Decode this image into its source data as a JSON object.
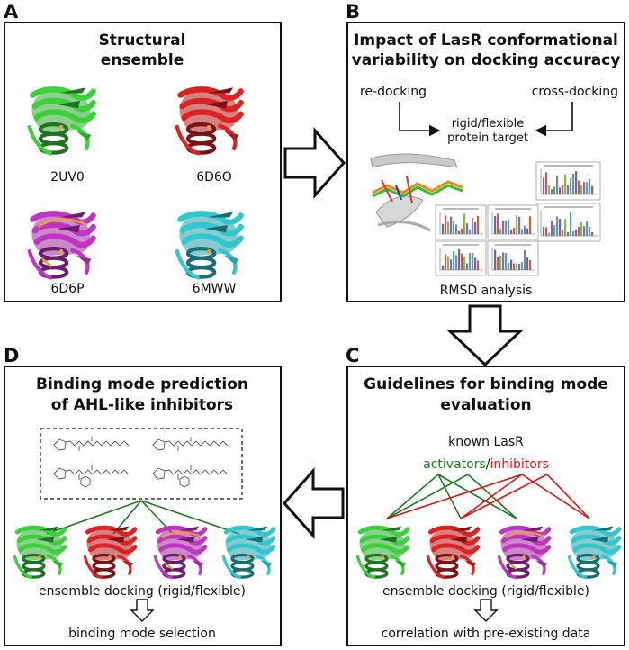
{
  "panels": {
    "a": {
      "letter": "A",
      "title_line1": "Structural",
      "title_line2": "ensemble",
      "structures": [
        "2UV0",
        "6D6O",
        "6D6P",
        "6MWW"
      ]
    },
    "b": {
      "letter": "B",
      "title_line1": "Impact of LasR conformational",
      "title_line2": "variability on docking accuracy",
      "redocking": "re-docking",
      "crossdocking": "cross-docking",
      "target_line1": "rigid/flexible",
      "target_line2": "protein target",
      "rmsd": "RMSD analysis"
    },
    "c": {
      "letter": "C",
      "title_line1": "Guidelines for binding mode",
      "title_line2": "evaluation",
      "known": "known LasR",
      "activators": "activators",
      "slash": "/",
      "inhibitors": "inhibitors",
      "ensemble": "ensemble docking (rigid/flexible)",
      "result": "correlation with pre-existing data"
    },
    "d": {
      "letter": "D",
      "title_line1": "Binding mode prediction",
      "title_line2": "of AHL-like inhibitors",
      "ensemble": "ensemble docking (rigid/flexible)",
      "result": "binding mode selection"
    }
  },
  "colors": {
    "activator_green": "#1f7a1f",
    "inhibitor_red": "#e0140f",
    "protein_2UV0": "#3bd13b",
    "protein_6D6O": "#dd2222",
    "protein_6D6P": "#c233c2",
    "protein_6MWW": "#2fc8d0"
  },
  "icons": [
    "outline-arrow-right",
    "outline-arrow-down",
    "outline-arrow-left",
    "protein-ribbon-icon",
    "chemical-structure-icon",
    "bar-chart-thumbnail"
  ]
}
